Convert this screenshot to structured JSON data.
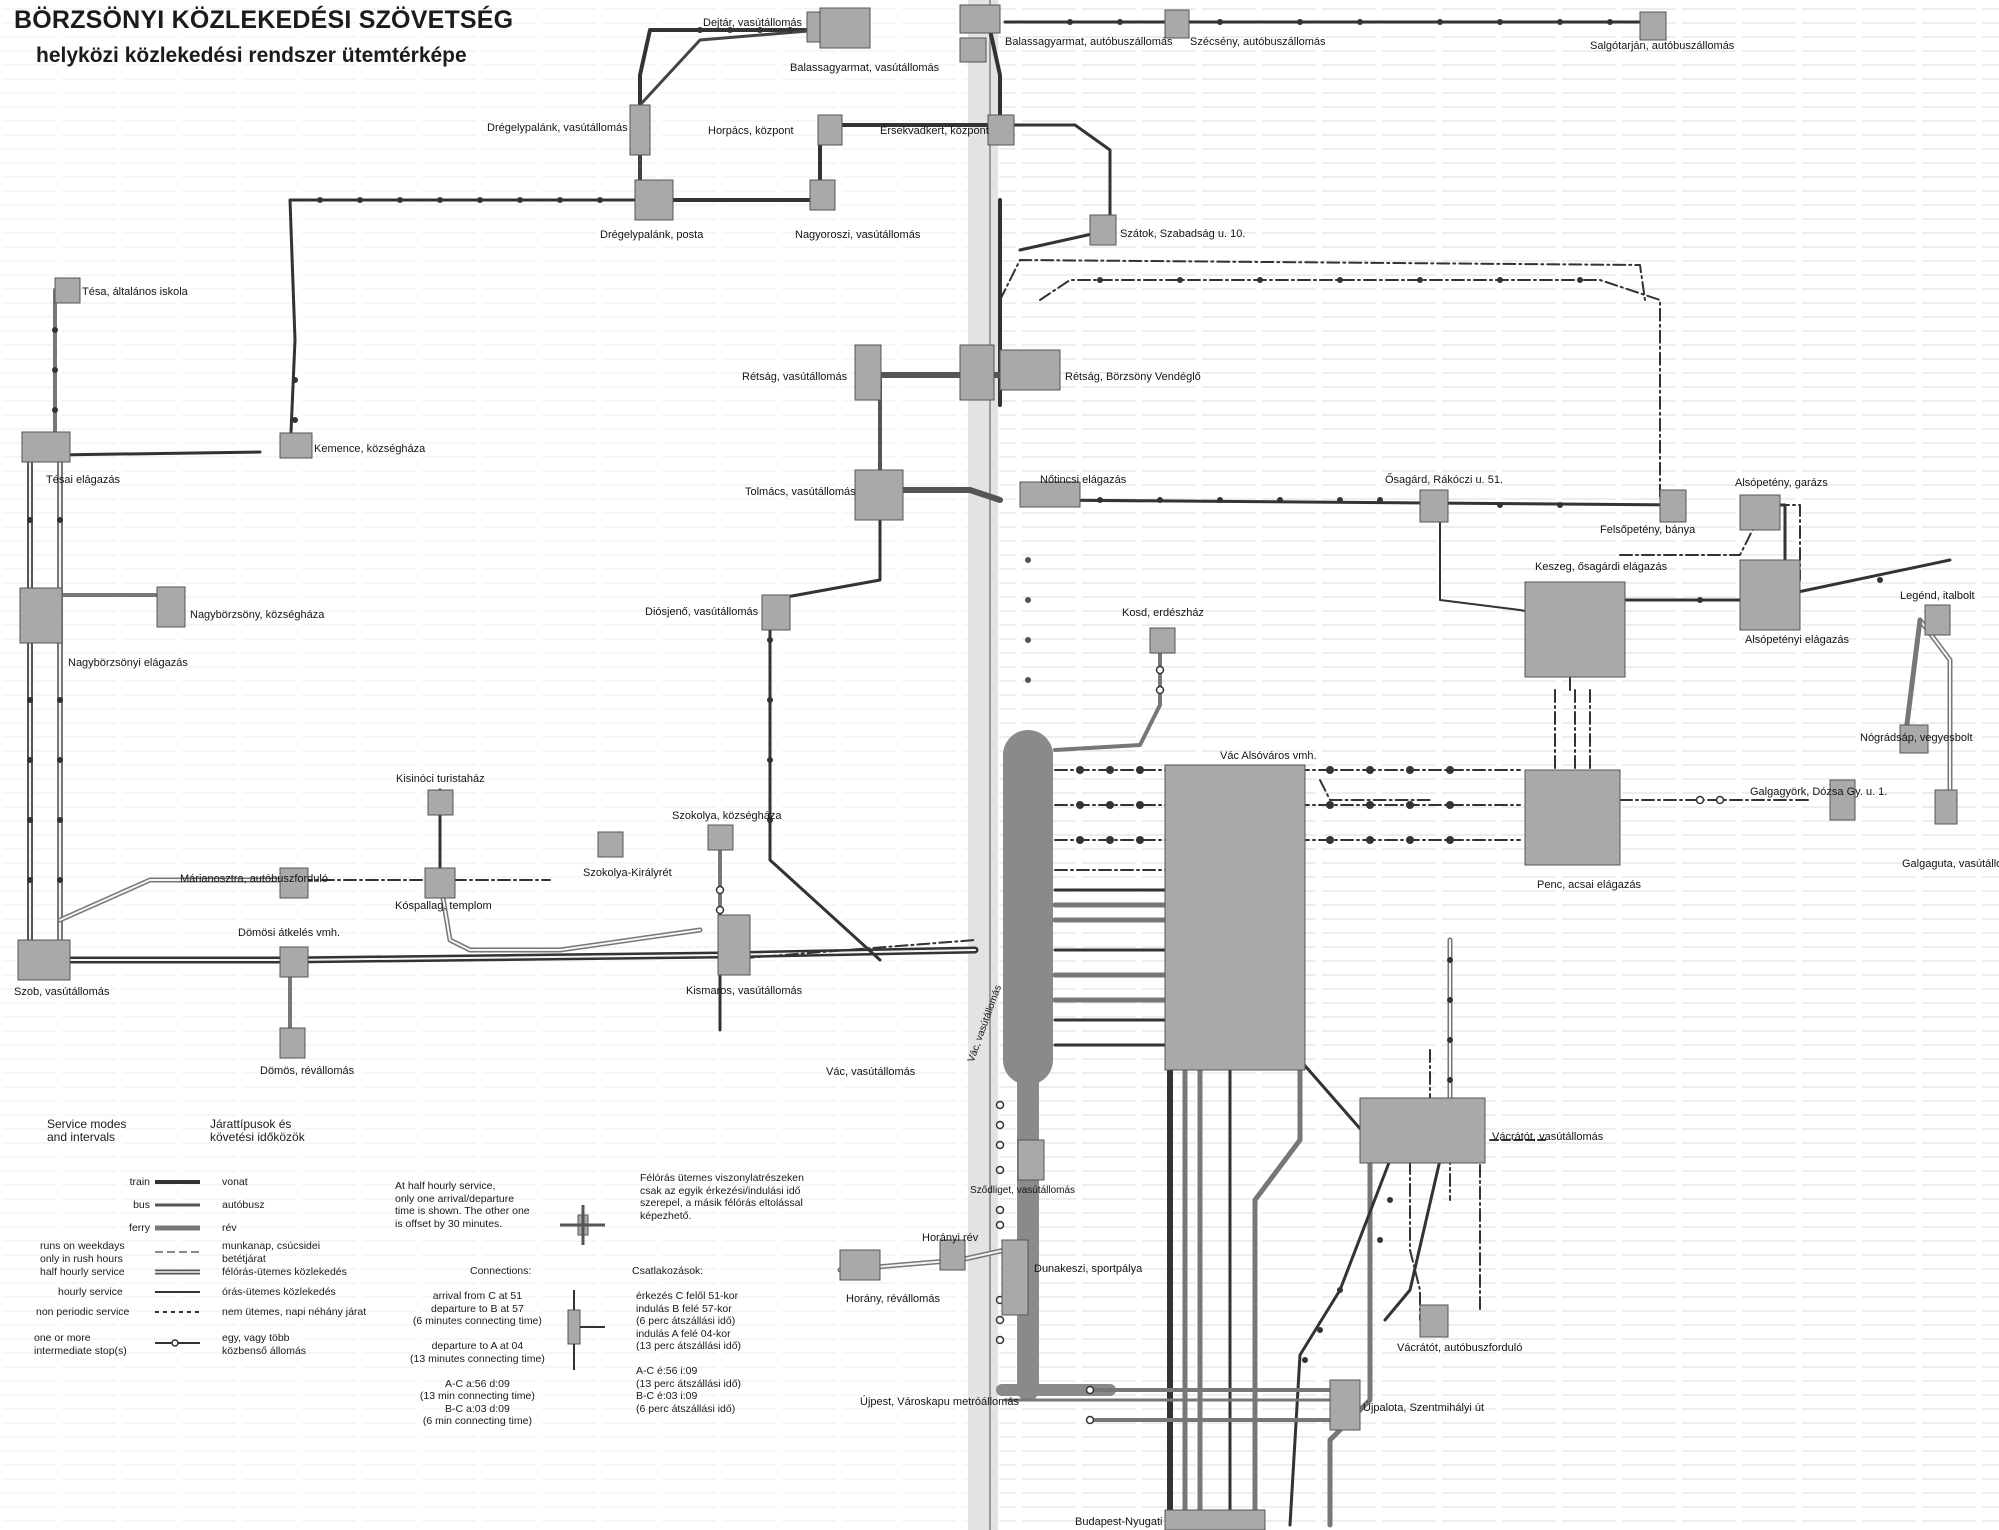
{
  "title": {
    "line1": "BÖRZSÖNYI KÖZLEKEDÉSI SZÖVETSÉG",
    "line2": "helyközi közlekedési rendszer ütemtérképe"
  },
  "stations": [
    {
      "id": "dejtar",
      "name": "Dejtár, vasútállomás"
    },
    {
      "id": "balassagyarmat-vasut",
      "name": "Balassagyarmat, vasútállomás"
    },
    {
      "id": "balassagyarmat-busz",
      "name": "Balassagyarmat, autóbuszállomás"
    },
    {
      "id": "szecseny",
      "name": "Szécsény, autóbuszállomás"
    },
    {
      "id": "salgotarjan",
      "name": "Salgótarján, autóbuszállomás"
    },
    {
      "id": "dregelypalank-vasut",
      "name": "Drégelypalánk, vasútállomás"
    },
    {
      "id": "horpacs",
      "name": "Horpács, központ"
    },
    {
      "id": "ersekvadkert",
      "name": "Érsekvadkert, központ"
    },
    {
      "id": "dregelypalank-posta",
      "name": "Drégelypalánk, posta"
    },
    {
      "id": "nagyoroszi",
      "name": "Nagyoroszi, vasútállomás"
    },
    {
      "id": "szatok",
      "name": "Szátok, Szabadság u. 10."
    },
    {
      "id": "tesa-iskola",
      "name": "Tésa, általános iskola"
    },
    {
      "id": "retsag-vasut",
      "name": "Rétság, vasútállomás"
    },
    {
      "id": "retsag-borzsony",
      "name": "Rétság, Börzsöny Vendéglő"
    },
    {
      "id": "kemence",
      "name": "Kemence, községháza"
    },
    {
      "id": "tesai-elagazas",
      "name": "Tésai elágazás"
    },
    {
      "id": "tolmacs",
      "name": "Tolmács, vasútállomás"
    },
    {
      "id": "notincsi",
      "name": "Nőtincsi elágazás"
    },
    {
      "id": "osagard",
      "name": "Ősagárd, Rákóczi u. 51."
    },
    {
      "id": "felsopeteny",
      "name": "Felsőpetény, bánya"
    },
    {
      "id": "alsopeteny-garazs",
      "name": "Alsópetény, garázs"
    },
    {
      "id": "keszeg",
      "name": "Keszeg, ősagárdi elágazás"
    },
    {
      "id": "legend-italbolt",
      "name": "Legénd, italbolt"
    },
    {
      "id": "nagyborzsony",
      "name": "Nagybörzsöny, községháza"
    },
    {
      "id": "nagyborzsonyi-elagazas",
      "name": "Nagybörzsönyi elágazás"
    },
    {
      "id": "diosjeno",
      "name": "Diósjenő, vasútállomás"
    },
    {
      "id": "kosd",
      "name": "Kosd, erdészház"
    },
    {
      "id": "alsopetenyi-elagazas",
      "name": "Alsópetényi elágazás"
    },
    {
      "id": "nogradsap",
      "name": "Nógrádsáp, vegyesbolt"
    },
    {
      "id": "vac-alsovaros",
      "name": "Vác Alsóváros vmh."
    },
    {
      "id": "galgagyork",
      "name": "Galgagyörk, Dózsa Gy. u. 1."
    },
    {
      "id": "galgaguta",
      "name": "Galgaguta, vasútállomás"
    },
    {
      "id": "kisinoci",
      "name": "Kisinóci turistaház"
    },
    {
      "id": "szokolya",
      "name": "Szokolya, községháza"
    },
    {
      "id": "marianosztra",
      "name": "Márianosztra, autóbuszforduló"
    },
    {
      "id": "kospallag",
      "name": "Kóspallag, templom"
    },
    {
      "id": "szokolya-kiralyret",
      "name": "Szokolya-Királyrét"
    },
    {
      "id": "penc",
      "name": "Penc, acsai elágazás"
    },
    {
      "id": "domosi",
      "name": "Dömösi átkelés vmh."
    },
    {
      "id": "szob",
      "name": "Szob, vasútállomás"
    },
    {
      "id": "kismaros",
      "name": "Kismaros, vasútállomás"
    },
    {
      "id": "domos-rev",
      "name": "Dömös, révállomás"
    },
    {
      "id": "vac-vasut",
      "name": "Vác, vasútállomás"
    },
    {
      "id": "vac-station-vertical",
      "name": "Vác, vasútállomás"
    },
    {
      "id": "vacratot-vasut",
      "name": "Vácrátót, vasútállomás"
    },
    {
      "id": "szodliget",
      "name": "Sződliget, vasútállomás"
    },
    {
      "id": "horanyi-rev",
      "name": "Horányi rév"
    },
    {
      "id": "dunakeszi",
      "name": "Dunakeszi, sportpálya"
    },
    {
      "id": "horany-rev",
      "name": "Horány, révállomás"
    },
    {
      "id": "vacratot-busz",
      "name": "Vácrátót, autóbuszforduló"
    },
    {
      "id": "ujpest",
      "name": "Újpest, Városkapu metróállomás"
    },
    {
      "id": "ujpalota",
      "name": "Újpalota, Szentmihályi út"
    },
    {
      "id": "budapest-nyugati",
      "name": "Budapest-Nyugati"
    }
  ],
  "legend": {
    "title_en": "Service modes\nand intervals",
    "title_hu": "Járattípusok és\nkövetési időközök",
    "rows": [
      {
        "en": "train",
        "hu": "vonat"
      },
      {
        "en": "bus",
        "hu": "autóbusz"
      },
      {
        "en": "ferry",
        "hu": "rév"
      },
      {
        "en": "runs on weekdays\nonly in rush hours",
        "hu": "munkanap, csúcsidei\nbetétjárat"
      },
      {
        "en": "half hourly service",
        "hu": "félórás-ütemes közlekedés"
      },
      {
        "en": "hourly service",
        "hu": "órás-ütemes közlekedés"
      },
      {
        "en": "non periodic service",
        "hu": "nem ütemes, napi néhány járat"
      },
      {
        "en": "one or more\nintermediate stop(s)",
        "hu": "egy, vagy több\nközbenső állomás"
      }
    ],
    "half_hourly_note_en": "At half hourly service,\nonly one arrival/departure\ntime is shown. The other one\nis offset by 30 minutes.",
    "half_hourly_note_hu": "Félórás ütemes viszonylatrészeken\ncsak az egyik érkezési/indulási idő\nszerepel, a másik félórás eltolással\nképezhető.",
    "connections_title_en": "Connections:",
    "connections_title_hu": "Csatlakozások:",
    "connections_en": "arrival from C at 51\ndeparture to B at 57\n(6 minutes connecting time)\n\ndeparture to A at 04\n(13 minutes connecting time)\n\nA-C a:56 d:09\n(13 min connecting time)\nB-C a:03 d:09\n(6 min connecting time)",
    "connections_hu": "érkezés C felől 51-kor\nindulás B felé 57-kor\n(6 perc átszállási idő)\nindulás A felé 04-kor\n(13 perc átszállási idő)\n\nA-C é:56 i:09\n(13 perc átszállási idő)\nB-C é:03 i:09\n(6 perc átszállási idő)"
  },
  "colors": {
    "train": "#333333",
    "bus": "#555555",
    "rush": "#8a8a8a",
    "node": "#a9a9a9",
    "node_stroke": "#555555"
  }
}
